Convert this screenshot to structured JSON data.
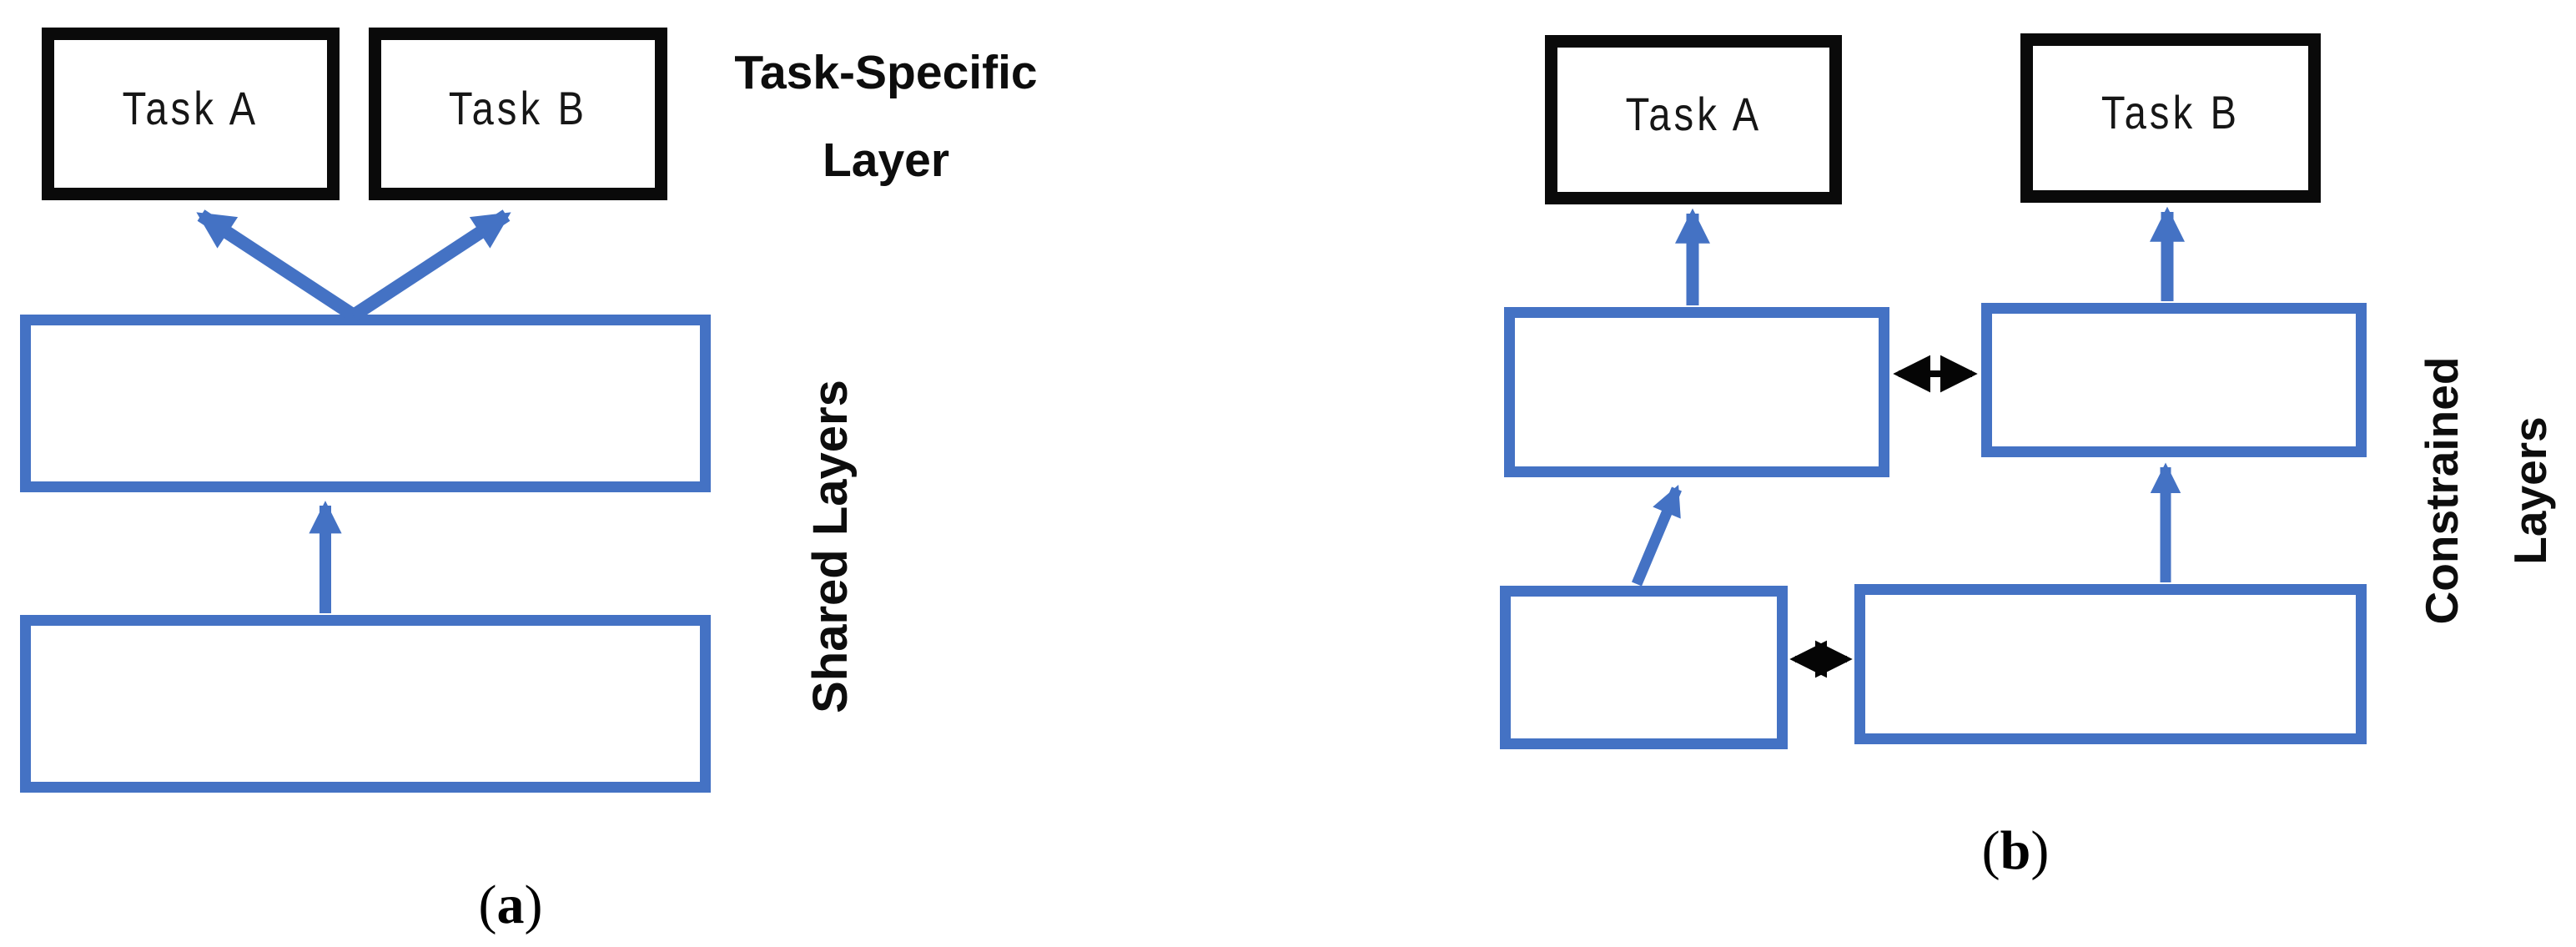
{
  "figure": {
    "background": "#ffffff",
    "colors": {
      "accent_blue": "#4472C4",
      "line_black": "#0a0a0a"
    },
    "diagram_a": {
      "task_a_label": "Task A",
      "task_b_label": "Task B",
      "side_label_line1": "Task-Specific",
      "side_label_line2": "Layer",
      "rotated_label": "Shared Layers",
      "caption": {
        "open": "(",
        "letter": "a",
        "close": ")"
      }
    },
    "diagram_b": {
      "task_a_label": "Task A",
      "task_b_label": "Task B",
      "rotated_label_line1": "Constrained",
      "rotated_label_line2": "Layers",
      "caption": {
        "open": "(",
        "letter": "b",
        "close": ")"
      }
    }
  }
}
